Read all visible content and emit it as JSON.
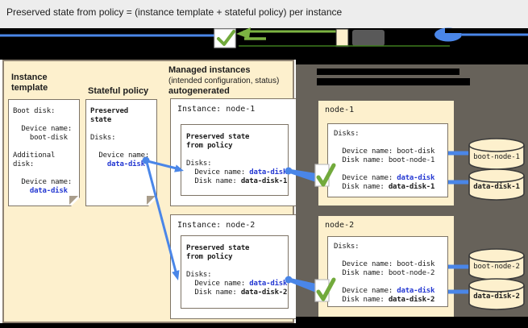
{
  "title": "Preserved state from policy = (instance template + stateful policy) per instance",
  "colors": {
    "cream": "#fdf0cd",
    "panel_dark": "#67625a",
    "accent_blue": "#2438d2",
    "connector_blue": "#4a86e8",
    "check_green": "#72aa3c",
    "arrow_green": "#7cb342",
    "dark_green": "#3e7c1e",
    "bg_gray": "#ededed",
    "border_warm": "#8f8373",
    "black": "#000000"
  },
  "legend": {
    "icons": [
      "checkmark-icon",
      "green-arrow-icon",
      "instance-swatch-icon",
      "grey-box-icon",
      "disk-oval-icon",
      "blue-connector-line"
    ]
  },
  "left_panel": {
    "instance_template": {
      "heading": "Instance template",
      "doc_lines": [
        [
          {
            "t": "Boot disk:"
          }
        ],
        [],
        [
          {
            "t": "  Device name:"
          }
        ],
        [
          {
            "t": "    boot-disk"
          }
        ],
        [],
        [
          {
            "t": "Additional"
          }
        ],
        [
          {
            "t": "disk:"
          }
        ],
        [],
        [
          {
            "t": "  Device name:"
          }
        ],
        [
          {
            "t": "    "
          },
          {
            "t": "data-disk",
            "c": "bb"
          }
        ]
      ]
    },
    "stateful_policy": {
      "heading": "Stateful policy",
      "doc_lines": [
        [
          {
            "t": "Preserved",
            "c": "b"
          }
        ],
        [
          {
            "t": "state",
            "c": "b"
          }
        ],
        [],
        [
          {
            "t": "Disks:"
          }
        ],
        [],
        [
          {
            "t": "  Device name:"
          }
        ],
        [
          {
            "t": "    "
          },
          {
            "t": "data-disk",
            "c": "bb"
          }
        ]
      ]
    },
    "managed_instances": {
      "heading_line1": "Managed instances",
      "heading_line2": "(intended configuration, status)",
      "heading_line3": "autogenerated",
      "instances": [
        {
          "title": "Instance: node-1",
          "inner_lines": [
            [
              {
                "t": "Preserved state",
                "c": "b"
              }
            ],
            [
              {
                "t": "from policy",
                "c": "b"
              }
            ],
            [],
            [
              {
                "t": "Disks:"
              }
            ],
            [
              {
                "t": "  Device name: "
              },
              {
                "t": "data-disk",
                "c": "bb"
              }
            ],
            [
              {
                "t": "  Disk name: "
              },
              {
                "t": "data-disk-1",
                "c": "b"
              }
            ]
          ]
        },
        {
          "title": "Instance: node-2",
          "inner_lines": [
            [
              {
                "t": "Preserved state",
                "c": "b"
              }
            ],
            [
              {
                "t": "from policy",
                "c": "b"
              }
            ],
            [],
            [
              {
                "t": "Disks:"
              }
            ],
            [
              {
                "t": "  Device name: "
              },
              {
                "t": "data-disk",
                "c": "bb"
              }
            ],
            [
              {
                "t": "  Disk name: "
              },
              {
                "t": "data-disk-2",
                "c": "b"
              }
            ]
          ]
        }
      ]
    }
  },
  "right_panel": {
    "heading_redacted_bars": 2,
    "nodes": [
      {
        "label": "node-1",
        "disk_lines": [
          [
            {
              "t": "Disks:"
            }
          ],
          [],
          [
            {
              "t": "  Device name: boot-disk"
            }
          ],
          [
            {
              "t": "  Disk name: boot-node-1"
            }
          ],
          [],
          [
            {
              "t": "  Device name: "
            },
            {
              "t": "data-disk",
              "c": "bb"
            }
          ],
          [
            {
              "t": "  Disk name: "
            },
            {
              "t": "data-disk-1",
              "c": "b"
            }
          ]
        ]
      },
      {
        "label": "node-2",
        "disk_lines": [
          [
            {
              "t": "Disks:"
            }
          ],
          [],
          [
            {
              "t": "  Device name: boot-disk"
            }
          ],
          [
            {
              "t": "  Disk name: boot-node-2"
            }
          ],
          [],
          [
            {
              "t": "  Device name: "
            },
            {
              "t": "data-disk",
              "c": "bb"
            }
          ],
          [
            {
              "t": "  Disk name: "
            },
            {
              "t": "data-disk-2",
              "c": "b"
            }
          ]
        ]
      }
    ],
    "disks": [
      {
        "label": "boot-node-1",
        "bold": false
      },
      {
        "label": "data-disk-1",
        "bold": true
      },
      {
        "label": "boot-node-2",
        "bold": false
      },
      {
        "label": "data-disk-2",
        "bold": true
      }
    ]
  }
}
